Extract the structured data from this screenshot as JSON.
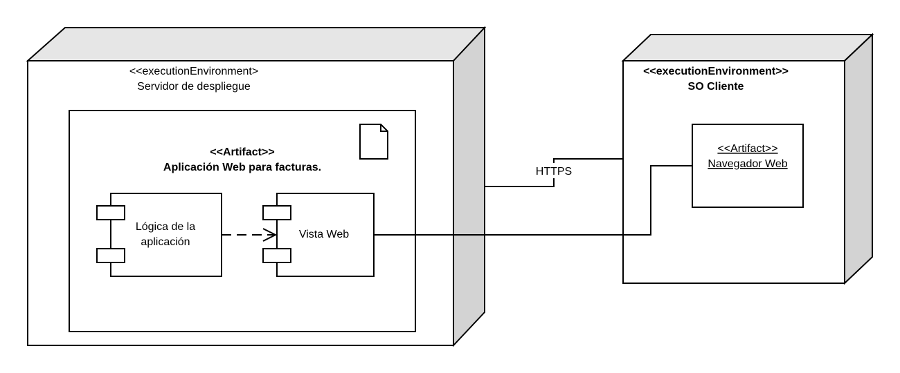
{
  "colors": {
    "node_top": "#e6e6e6",
    "node_side": "#d3d3d3",
    "line": "#000000",
    "background": "#ffffff"
  },
  "server_node": {
    "stereotype": "<<executionEnvironment>",
    "name": "Servidor de despliegue",
    "artifact": {
      "stereotype": "<<Artifact>>",
      "name": "Aplicación Web para facturas.",
      "icon": "document-icon",
      "components": [
        {
          "name_line1": "Lógica de la",
          "name_line2": "aplicación"
        },
        {
          "name_line1": "Vista Web"
        }
      ]
    }
  },
  "client_node": {
    "stereotype": "<<executionEnvironment>>",
    "name": "SO Cliente",
    "artifact": {
      "stereotype": "<<Artifact>>",
      "name": "Navegador Web"
    }
  },
  "connections": {
    "https_label": "HTTPS"
  }
}
